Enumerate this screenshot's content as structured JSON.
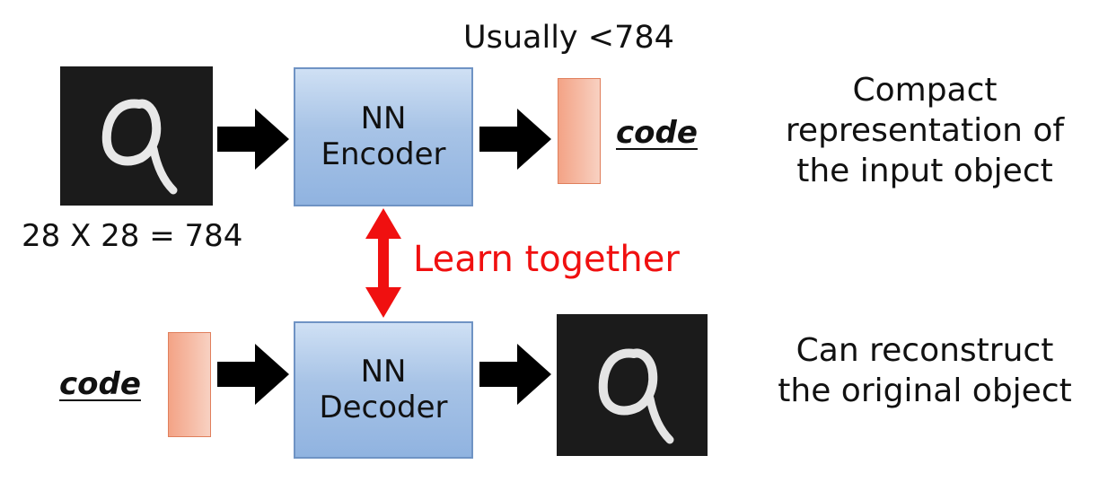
{
  "top_label": "Usually <784",
  "input_size_label": "28 X 28 = 784",
  "encoder": {
    "line1": "NN",
    "line2": "Encoder"
  },
  "decoder": {
    "line1": "NN",
    "line2": "Decoder"
  },
  "code_label_top": "code",
  "code_label_bottom": "code",
  "learn_together": "Learn together",
  "right_caption_top": [
    "Compact",
    "representation of",
    "the input object"
  ],
  "right_caption_bottom": [
    "Can reconstruct",
    "the original object"
  ],
  "colors": {
    "nn_box_fill": "#a7c3e6",
    "code_bar_fill": "#f3a386",
    "learn_arrow": "#f01010",
    "learn_text": "#f01010"
  },
  "icons": {
    "input_digit": "handwritten-digit-9-icon",
    "output_digit": "handwritten-digit-9-icon",
    "flow_arrow": "right-arrow-icon",
    "learn_arrow": "double-headed-arrow-icon"
  }
}
